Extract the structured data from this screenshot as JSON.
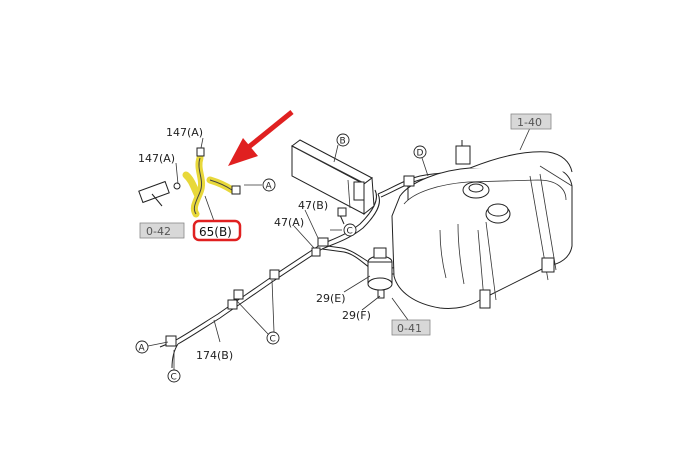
{
  "labels": {
    "p147a_top": "147(A)",
    "p147a_left": "147(A)",
    "p65b": "65(B)",
    "p47b": "47(B)",
    "p47a": "47(A)",
    "p29e": "29(E)",
    "p29f": "29(F)",
    "p174b": "174(B)"
  },
  "refs": {
    "r042": "0-42",
    "r041": "0-41",
    "r140": "1-40"
  },
  "circles": {
    "a1": "A",
    "a2": "A",
    "b": "B",
    "c1": "C",
    "c2": "C",
    "c3": "C",
    "d": "D"
  },
  "colors": {
    "highlight": "#e8d83a",
    "callout": "#e02020",
    "arrow": "#e02020",
    "ref_box": "#d8d8d8"
  }
}
